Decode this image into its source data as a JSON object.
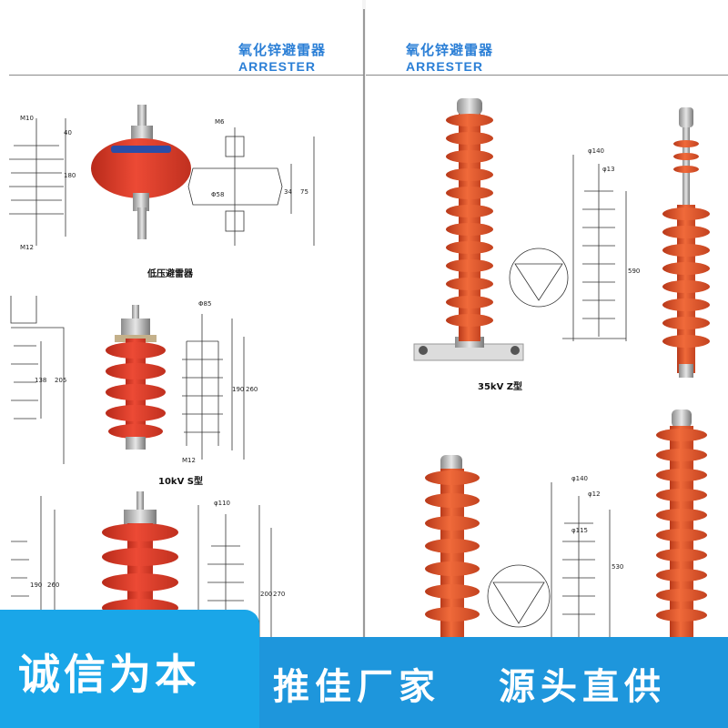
{
  "headers": [
    {
      "cn": "氧化锌避雷器",
      "en": "ARRESTER"
    },
    {
      "cn": "氧化锌避雷器",
      "en": "ARRESTER"
    }
  ],
  "captions": {
    "low_voltage": "低压避雷器",
    "kv10": "10kV S型",
    "kv35": "35kV Z型"
  },
  "dims": {
    "d1": "M10",
    "d2": "40",
    "d3": "180",
    "d4": "M12",
    "d5": "M6",
    "d6": "34",
    "d7": "75",
    "d8": "Φ58",
    "d9": "Φ85",
    "d10": "190",
    "d11": "260",
    "d12": "M12",
    "d13": "138",
    "d14": "205",
    "d15": "φ110",
    "d16": "200",
    "d17": "270",
    "d18": "φ140",
    "d19": "φ13",
    "d20": "590",
    "d21": "φ140",
    "d22": "φ12",
    "d23": "φ115",
    "d24": "530",
    "d25": "190",
    "d26": "260"
  },
  "slogans": {
    "s1": "诚信为本",
    "s2": "推佳厂家",
    "s3": "源头直供"
  },
  "colors": {
    "accent_blue": "#2b7fd6",
    "insulator_orange": "#e35a2d",
    "banner_blue": "#1e96dc"
  }
}
